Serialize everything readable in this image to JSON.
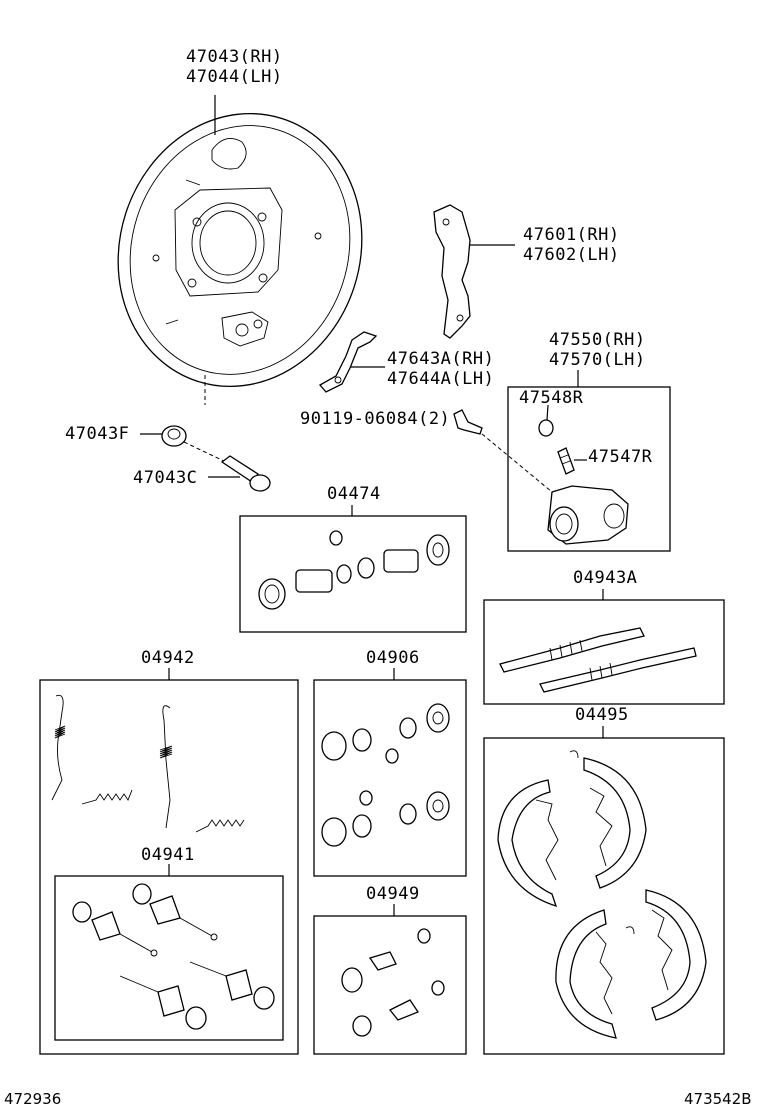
{
  "labels": {
    "p47043": "47043(RH)",
    "p47044": "47044(LH)",
    "p47601": "47601(RH)",
    "p47602": "47602(LH)",
    "p47550": "47550(RH)",
    "p47570": "47570(LH)",
    "p47643a": "47643A(RH)",
    "p47644a": "47644A(LH)",
    "p47548r": "47548R",
    "p90119": "90119-06084(2)",
    "p47547r": "47547R",
    "p47043f": "47043F",
    "p47043c": "47043C",
    "p04474": "04474",
    "p04943a": "04943A",
    "p04942": "04942",
    "p04906": "04906",
    "p04495": "04495",
    "p04941": "04941",
    "p04949": "04949"
  },
  "footer": {
    "left_code": "472936",
    "right_code": "473542B"
  }
}
